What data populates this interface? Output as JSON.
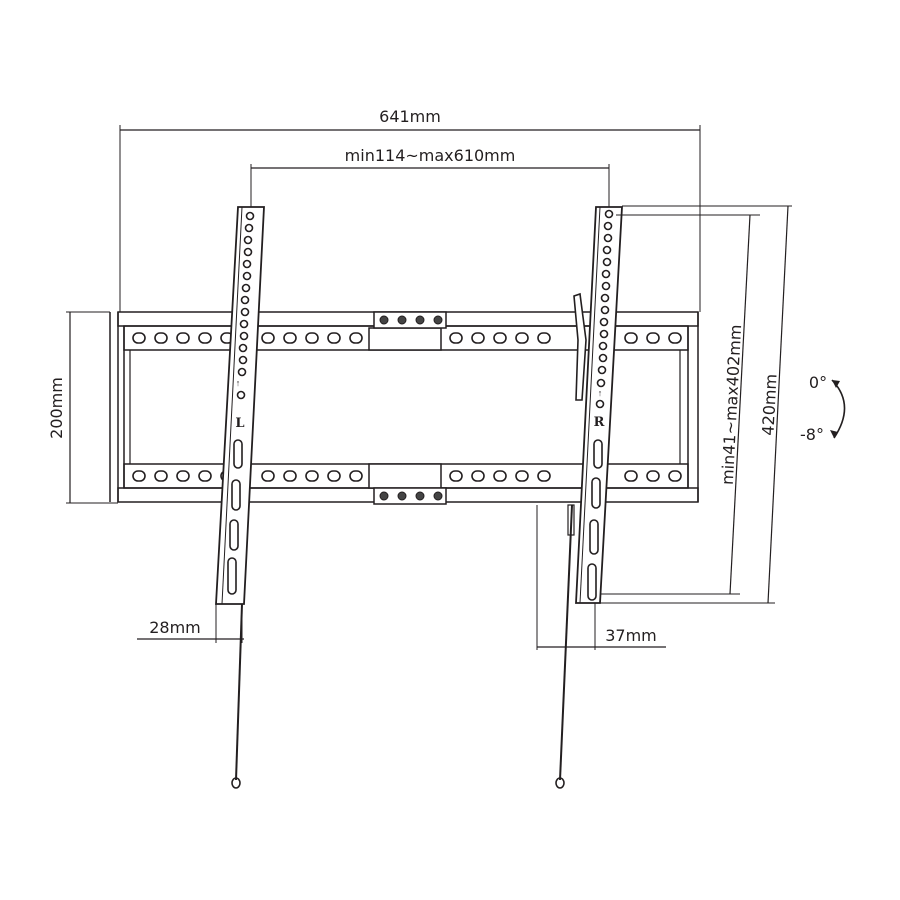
{
  "drawing": {
    "title": "Tilting TV wall mount technical drawing",
    "colors": {
      "line": "#231f20",
      "background": "#ffffff"
    },
    "dimensions": {
      "overall_width": "641mm",
      "vesa_horizontal": "min114~max610mm",
      "wall_plate_height": "200mm",
      "vesa_vertical": "min41~max402mm",
      "arm_height": "420mm",
      "left_depth": "28mm",
      "right_depth": "37mm"
    },
    "tilt": {
      "top_angle": "0°",
      "bottom_angle": "-8°"
    },
    "arm_labels": {
      "left": "L",
      "right": "R"
    }
  }
}
